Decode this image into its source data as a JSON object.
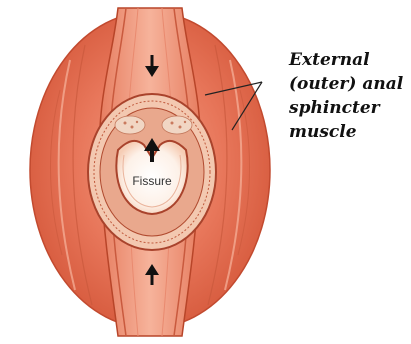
{
  "labels": {
    "fissure": "Fissure",
    "muscle_line_1": "External",
    "muscle_line_2": "(outer) anal",
    "muscle_line_3": "sphincter",
    "muscle_line_4": "muscle"
  },
  "colors": {
    "outer_tissue": "#e8775b",
    "muscle_band": "#d85d3f",
    "inner_lining": "#f3c8b0",
    "canal_light": "#fbe7d8",
    "arrow": "#111111"
  }
}
